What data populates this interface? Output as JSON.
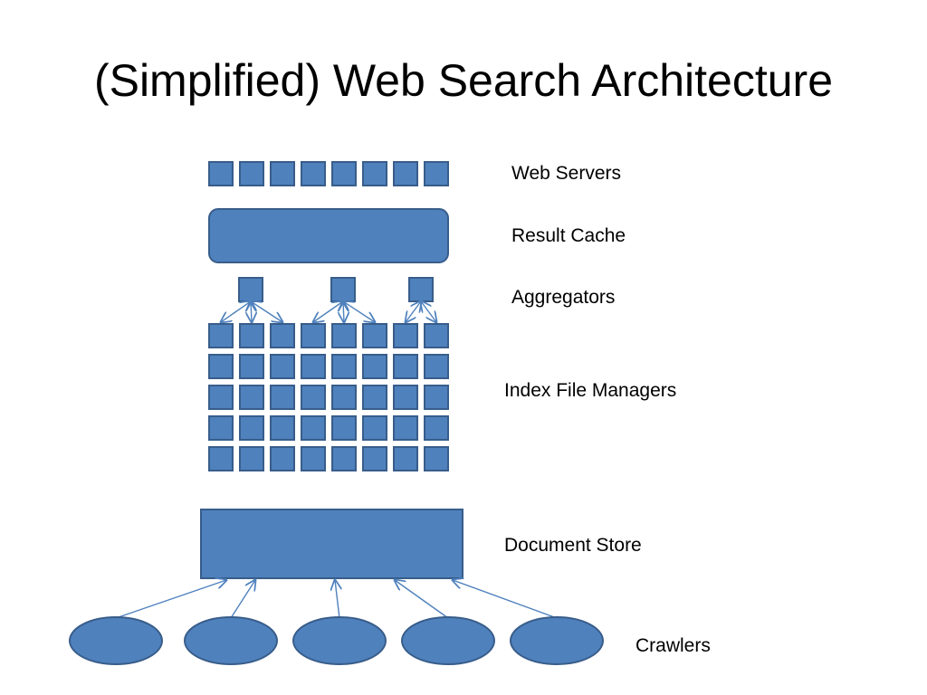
{
  "slide": {
    "title": "(Simplified) Web Search Architecture"
  },
  "diagram": {
    "colors": {
      "box_fill": "#4f81bd",
      "box_stroke": "#385d8a",
      "arrow": "#4f81bd"
    },
    "layers": {
      "web_servers": {
        "label": "Web Servers",
        "count": 8
      },
      "result_cache": {
        "label": "Result Cache"
      },
      "aggregators": {
        "label": "Aggregators",
        "count": 3
      },
      "index_file_managers": {
        "label": "Index File Managers",
        "rows": 5,
        "columns": 8
      },
      "document_store": {
        "label": "Document Store"
      },
      "crawlers": {
        "label": "Crawlers",
        "count": 5
      }
    }
  }
}
